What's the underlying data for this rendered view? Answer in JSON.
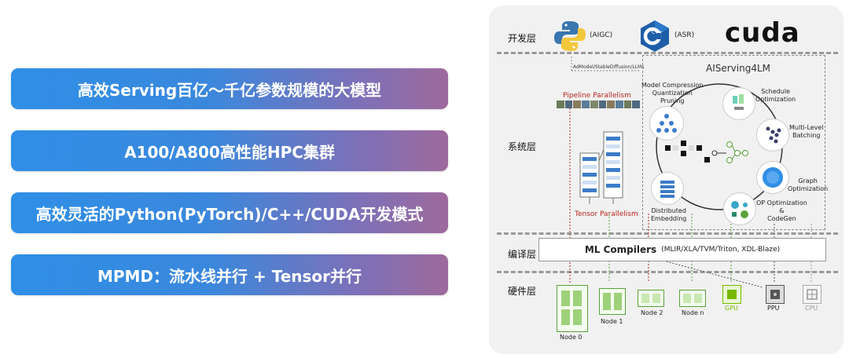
{
  "left_items": [
    "高效Serving百亿～千亿参数规模的大模型",
    "A100/A800高性能HPC集群",
    "高效灵活的Python(PyTorch)/C++/CUDA开发模式",
    "MPMD：流水线并行 + Tensor并行"
  ],
  "layers": {
    "dev": "开发层",
    "system": "系统层",
    "compile": "编译层",
    "hardware": "硬件层"
  },
  "dev_items": {
    "python_tag": "(AIGC)",
    "cpp_tag": "(ASR)",
    "cpp_logo": "C++",
    "cuda_logo": "cuda",
    "models_note": "AdModel/StableDiffusion/LLMs"
  },
  "system": {
    "title": "AIServing4LM",
    "pipeline": "Pipeline Parallelism",
    "tensor": "Tensor Parallelism",
    "features": {
      "compression": "Model Compression\nQuantization\nPruning",
      "schedule": "Schedule\nOptimization",
      "batching": "Multi-Level\nBatching",
      "graph": "Graph\nOptimization",
      "op": "OP Optimization\n&\nCodeGen",
      "embedding": "Distributed\nEmbedding"
    }
  },
  "compiler": {
    "name": "ML Compilers",
    "detail": "(MLIR/XLA/TVM/Triton, XDL-Blaze)"
  },
  "hardware": {
    "node0": "Node 0",
    "node1": "Node 1",
    "node2": "Node 2",
    "noden": "Node n",
    "gpu": "GPU",
    "ppu": "PPU",
    "cpu": "CPU",
    "chip_gpu_label": "GPU"
  },
  "colors": {
    "pill_start": "#2f8fe6",
    "pill_end": "#9e6a9c",
    "gpu_green": "#76b900",
    "node_green": "#5aa23a",
    "pipeline_red": "#b3261e"
  }
}
